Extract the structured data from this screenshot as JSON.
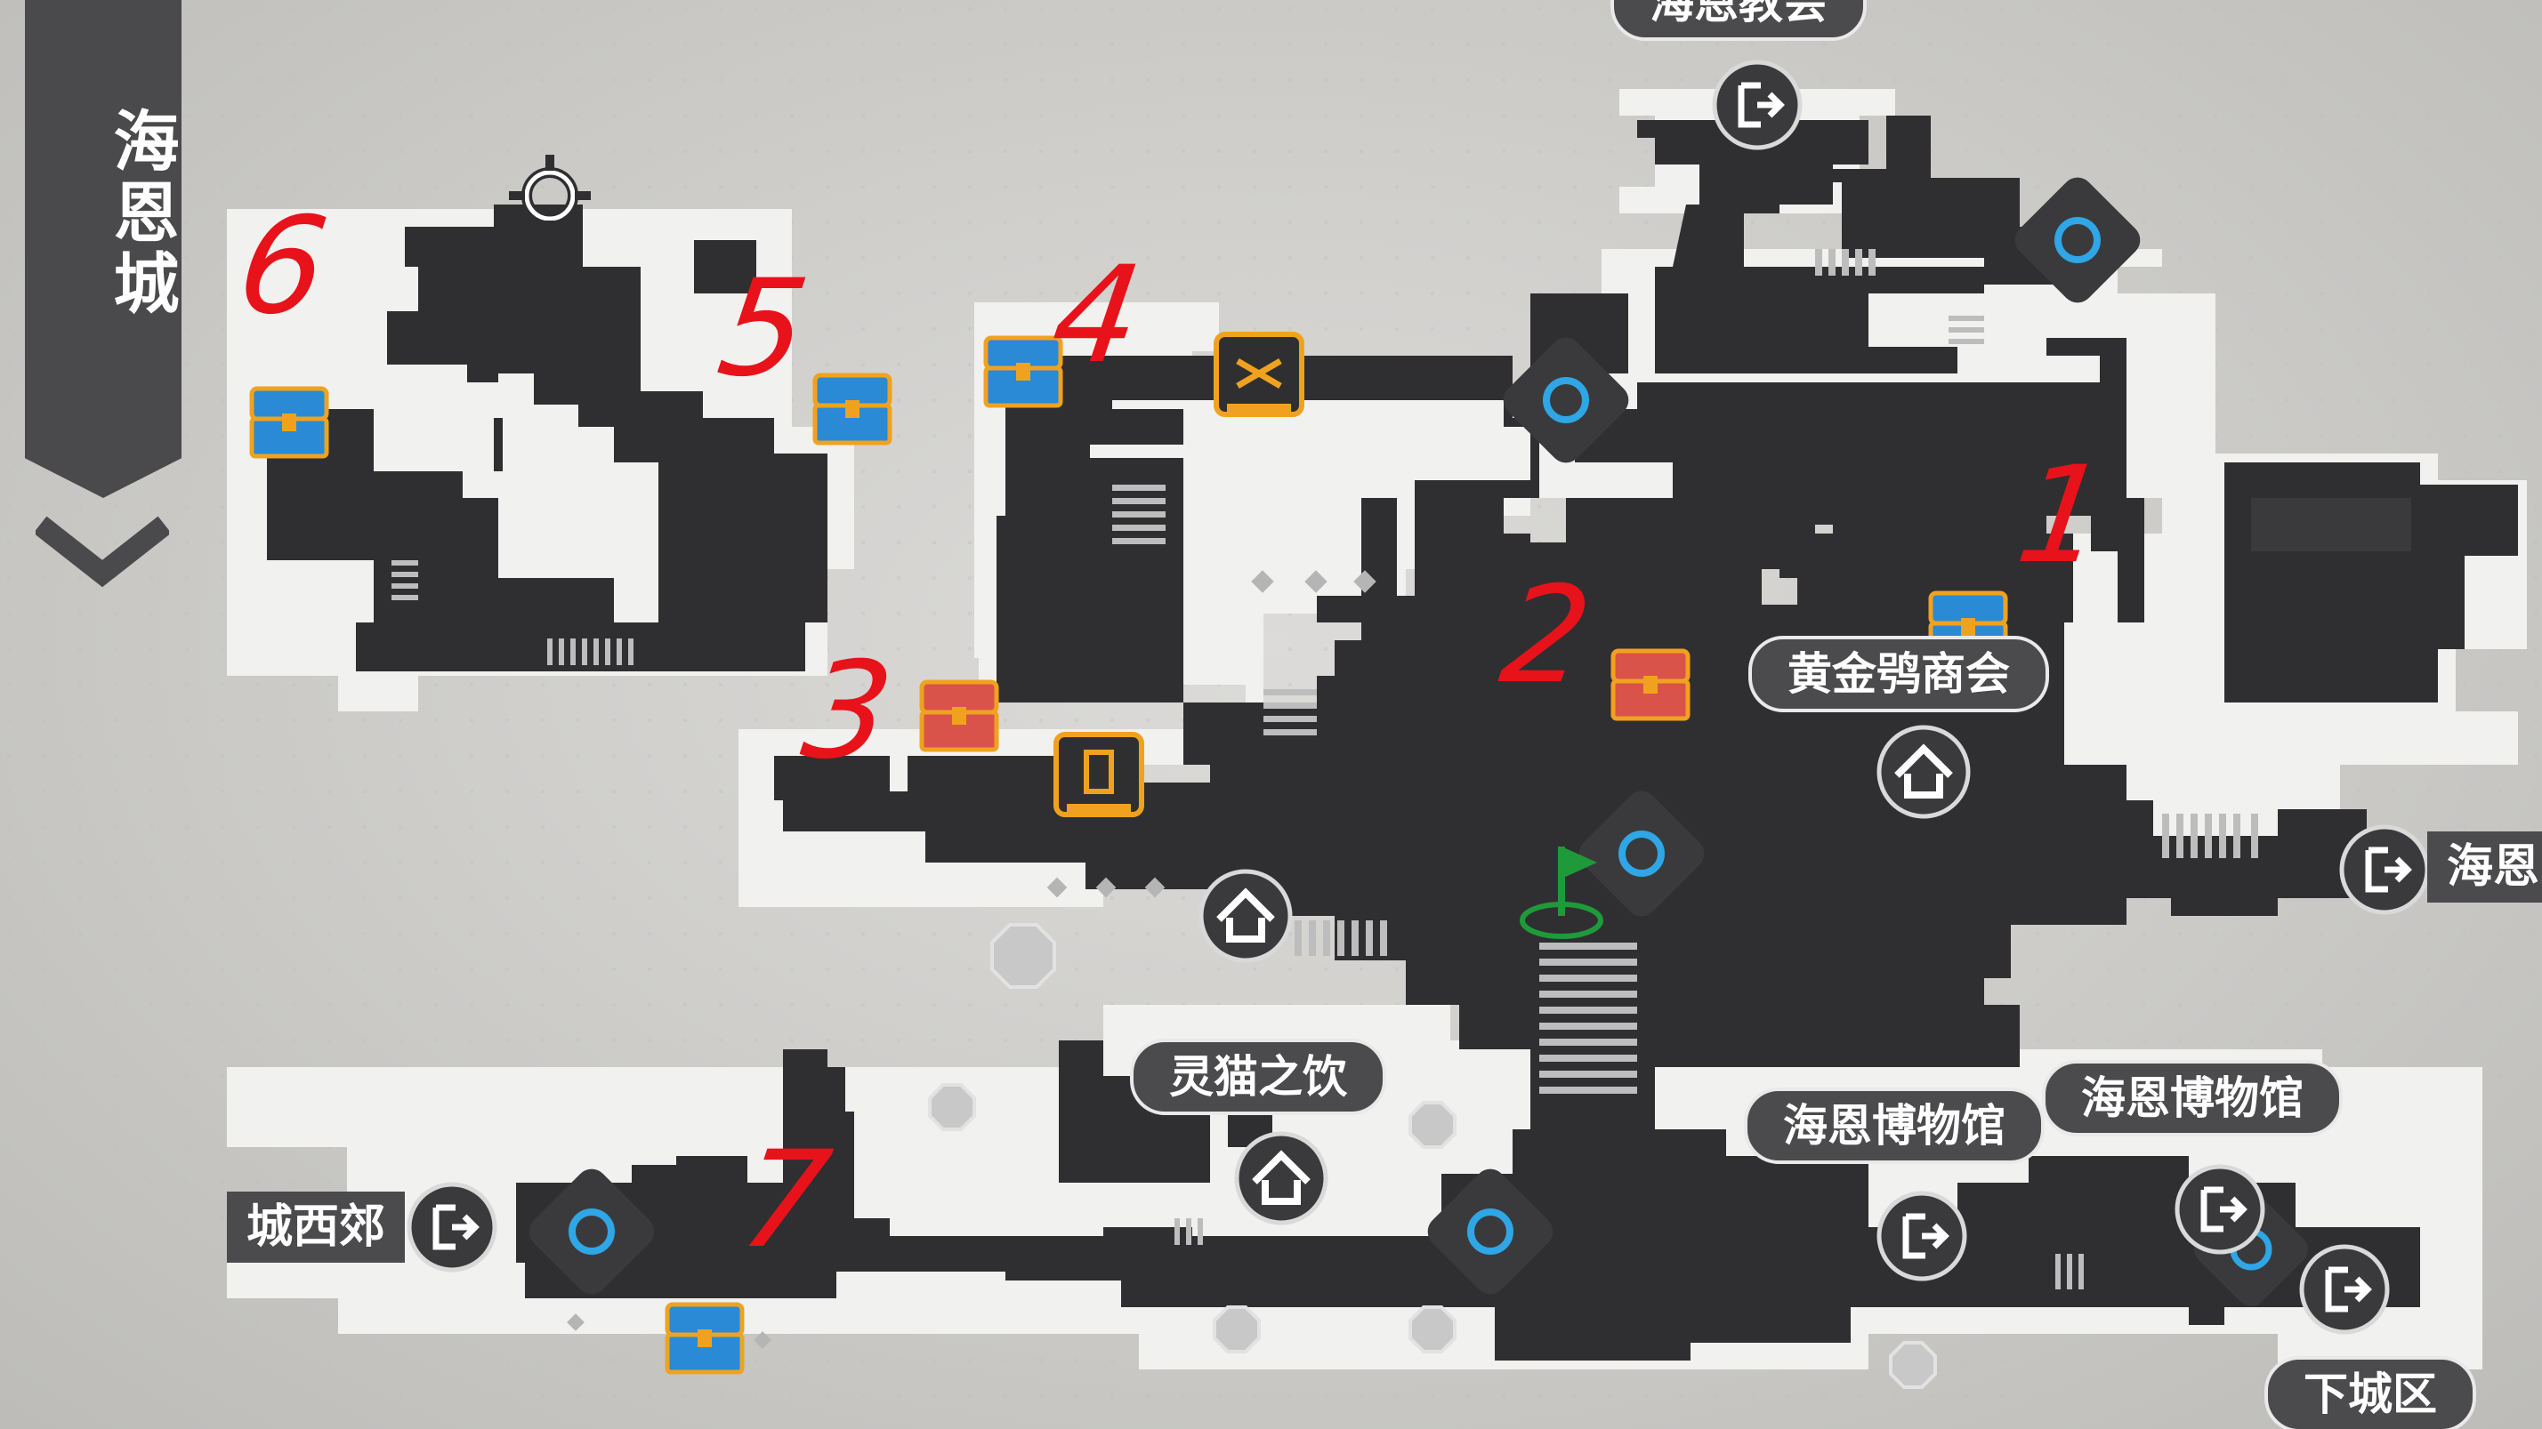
{
  "region": {
    "title": "海恩城"
  },
  "labels": {
    "top_exit": "海恩教会",
    "golden_merchant": "黄金鸮商会",
    "spirit_cat": "灵猫之饮",
    "museum_left": "海恩博物馆",
    "museum_right": "海恩博物馆",
    "west_suburb": "城西郊",
    "lower_district": "下城区",
    "right_exit": "海恩"
  },
  "markers": [
    "1",
    "2",
    "3",
    "4",
    "5",
    "6",
    "7"
  ],
  "colors": {
    "path": "#2f2f31",
    "floor": "#f1f1f0",
    "marker_red": "#e8121a",
    "chest_blue": "#2a8ad6",
    "chest_red": "#d9534a",
    "gold": "#f0a21f",
    "waypoint": "#2fa6e6",
    "flag": "#1f9a3a"
  },
  "icons": {
    "chest": "treasure-chest-icon",
    "scroll": "quest-scroll-icon",
    "waypoint": "teleport-waypoint-icon",
    "exit": "exit-door-icon",
    "home": "house-icon",
    "flag": "player-flag-icon",
    "target": "crosshair-target-icon"
  }
}
